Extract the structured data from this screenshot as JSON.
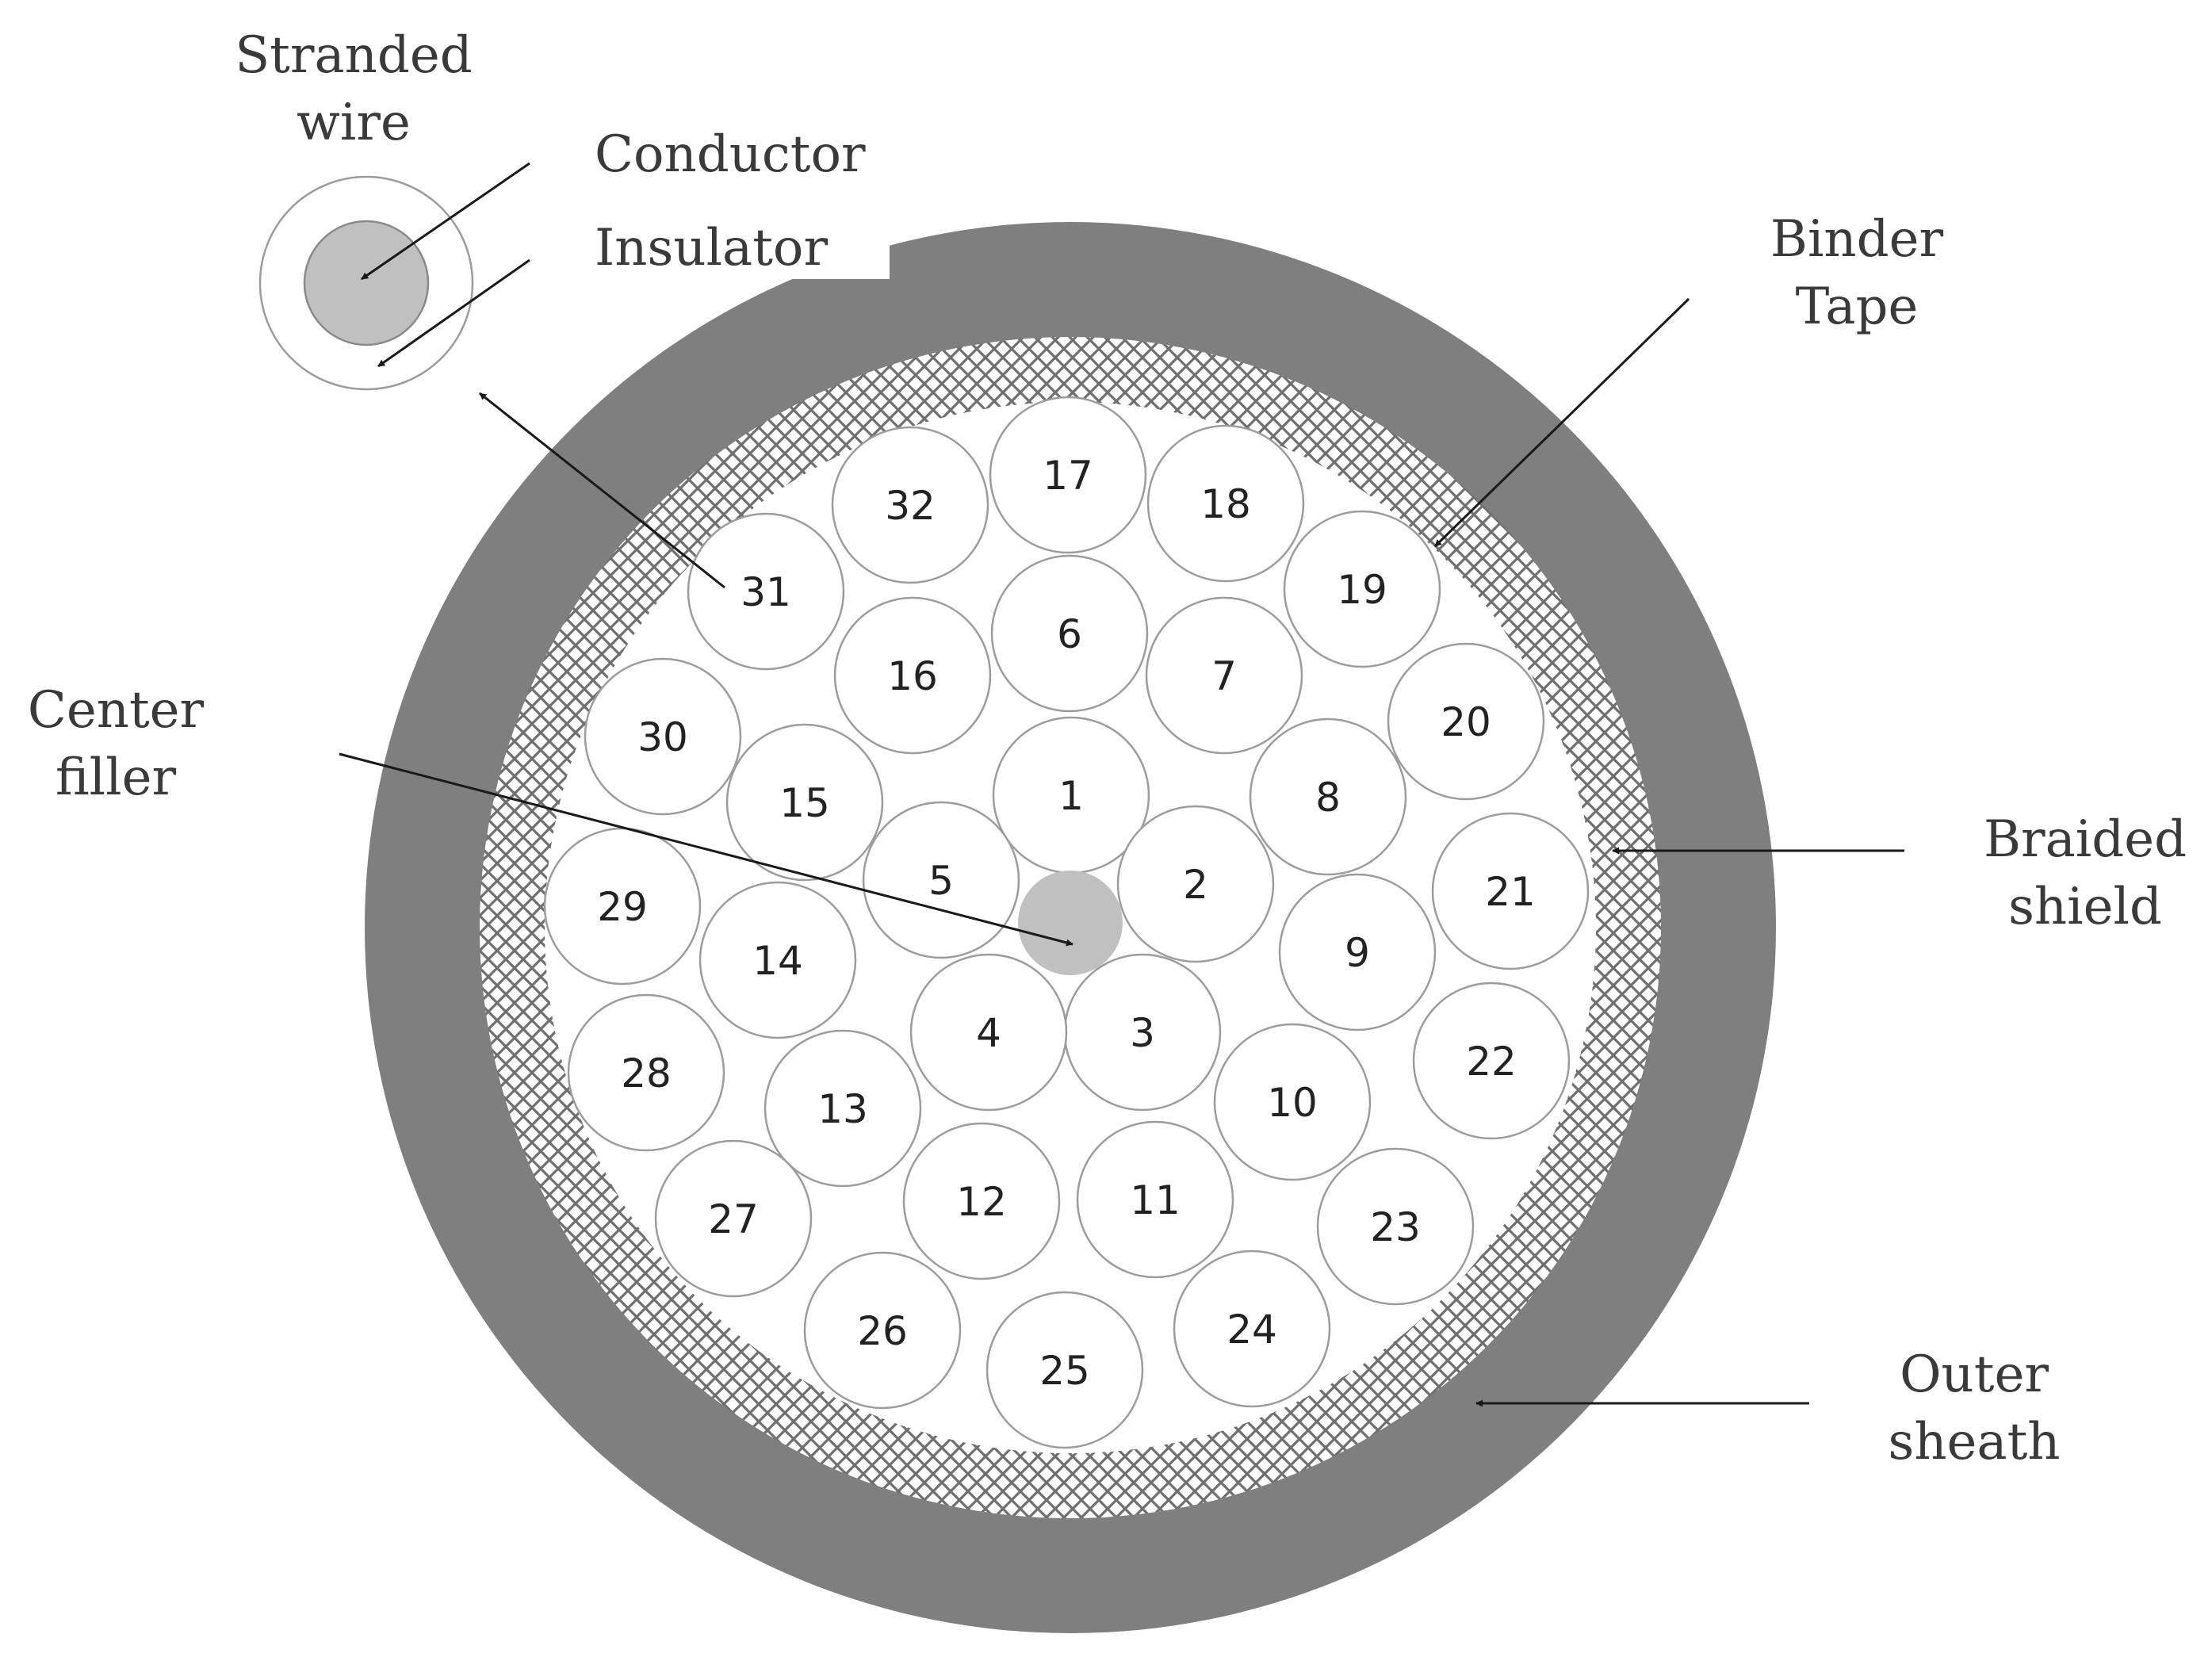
{
  "labels": {
    "stranded_wire": [
      "Stranded",
      "wire"
    ],
    "conductor": "Conductor",
    "insulator": "Insulator",
    "binder_tape": [
      "Binder",
      "Tape"
    ],
    "center_filler": [
      "Center",
      "filler"
    ],
    "braided_shield": [
      "Braided",
      "shield"
    ],
    "outer_sheath": [
      "Outer",
      "sheath"
    ]
  },
  "wires": [
    "1",
    "2",
    "3",
    "4",
    "5",
    "6",
    "7",
    "8",
    "9",
    "10",
    "11",
    "12",
    "13",
    "14",
    "15",
    "16",
    "17",
    "18",
    "19",
    "20",
    "21",
    "22",
    "23",
    "24",
    "25",
    "26",
    "27",
    "28",
    "29",
    "30",
    "31",
    "32"
  ],
  "colors": {
    "outer_sheath": "#7f7f7f",
    "braid_pattern": "#6f6f6f",
    "conductor": "#c0c0c0",
    "center_filler": "#c0c0c0",
    "arrow": "#1a1a1a",
    "wire_outline": "#9c9c9c"
  }
}
